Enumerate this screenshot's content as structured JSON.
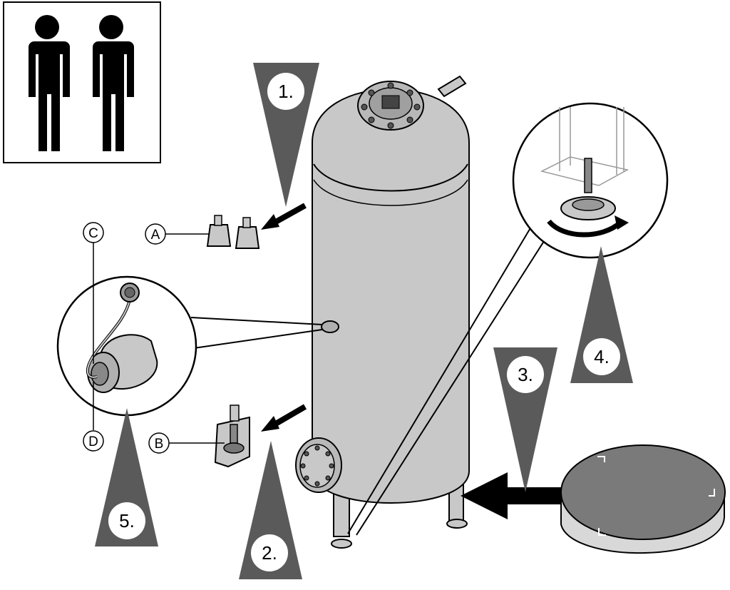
{
  "steps": [
    {
      "id": "1",
      "label": "1."
    },
    {
      "id": "2",
      "label": "2."
    },
    {
      "id": "3",
      "label": "3."
    },
    {
      "id": "4",
      "label": "4."
    },
    {
      "id": "5",
      "label": "5."
    }
  ],
  "callouts": {
    "a": "A",
    "b": "B",
    "c": "C",
    "d": "D"
  },
  "colors": {
    "tank_fill": "#c8c8c8",
    "step_triangle": "#5a5a5a",
    "outline": "#000000",
    "lid_fill": "#7a7a7a"
  },
  "icons": {
    "persons": "two-persons-icon"
  }
}
